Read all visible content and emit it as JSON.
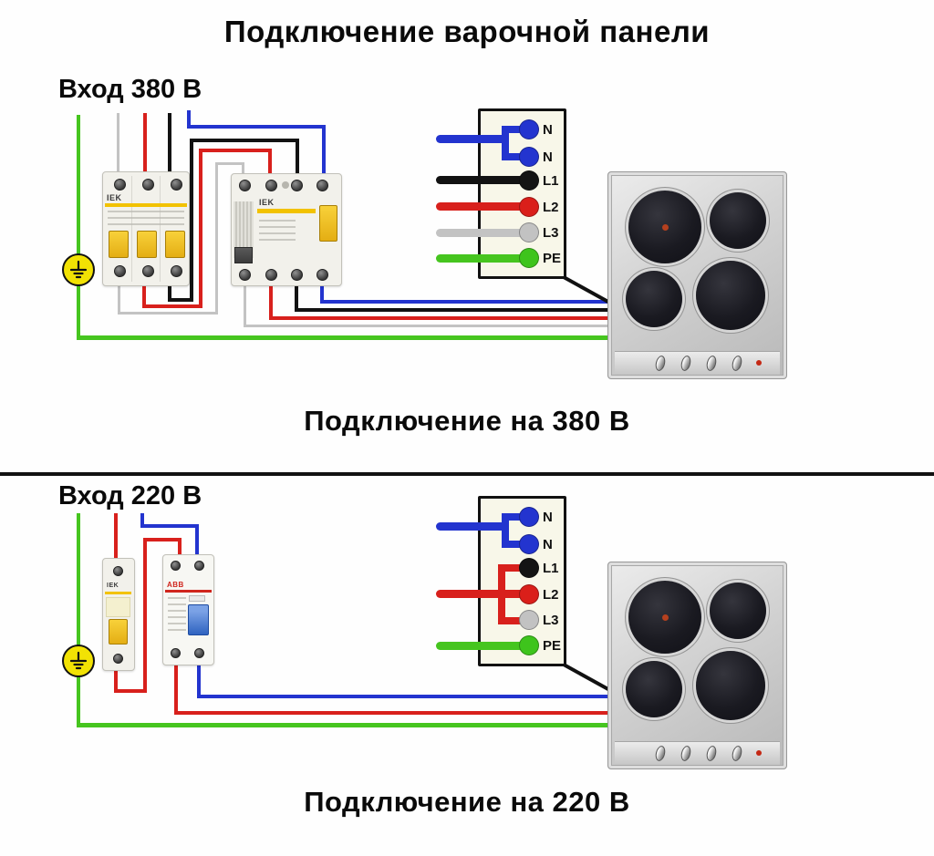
{
  "page": {
    "title": "Подключение варочной панели",
    "background": "#ffffff"
  },
  "sections": [
    {
      "heading": "Вход 380 В",
      "caption": "Подключение на 380 В",
      "breaker_brand": "IEK",
      "breaker_poles": 3,
      "rcd_brand": "IEK",
      "rcd_poles": 4,
      "terminals": [
        "N",
        "N",
        "L1",
        "L2",
        "L3",
        "PE"
      ]
    },
    {
      "heading": "Вход 220 В",
      "caption": "Подключение на 220 В",
      "breaker_brand": "IEK",
      "breaker_poles": 1,
      "rcd_brand": "ABB",
      "rcd_poles": 2,
      "terminals": [
        "N",
        "N",
        "L1",
        "L2",
        "L3",
        "PE"
      ]
    }
  ],
  "wire_colors": {
    "neutral_n": "#2334cf",
    "phase_l1": "#121212",
    "phase_l2": "#d8201c",
    "phase_l3": "#c3c3c3",
    "pe_ground": "#46c51f"
  },
  "accent_colors": {
    "iek_yellow": "#f2c200",
    "abb_red": "#d0251d",
    "abb_toggle_blue": "#2f63c0",
    "ground_badge_yellow": "#f2e204",
    "terminal_block_bg": "#f8f7e9"
  }
}
